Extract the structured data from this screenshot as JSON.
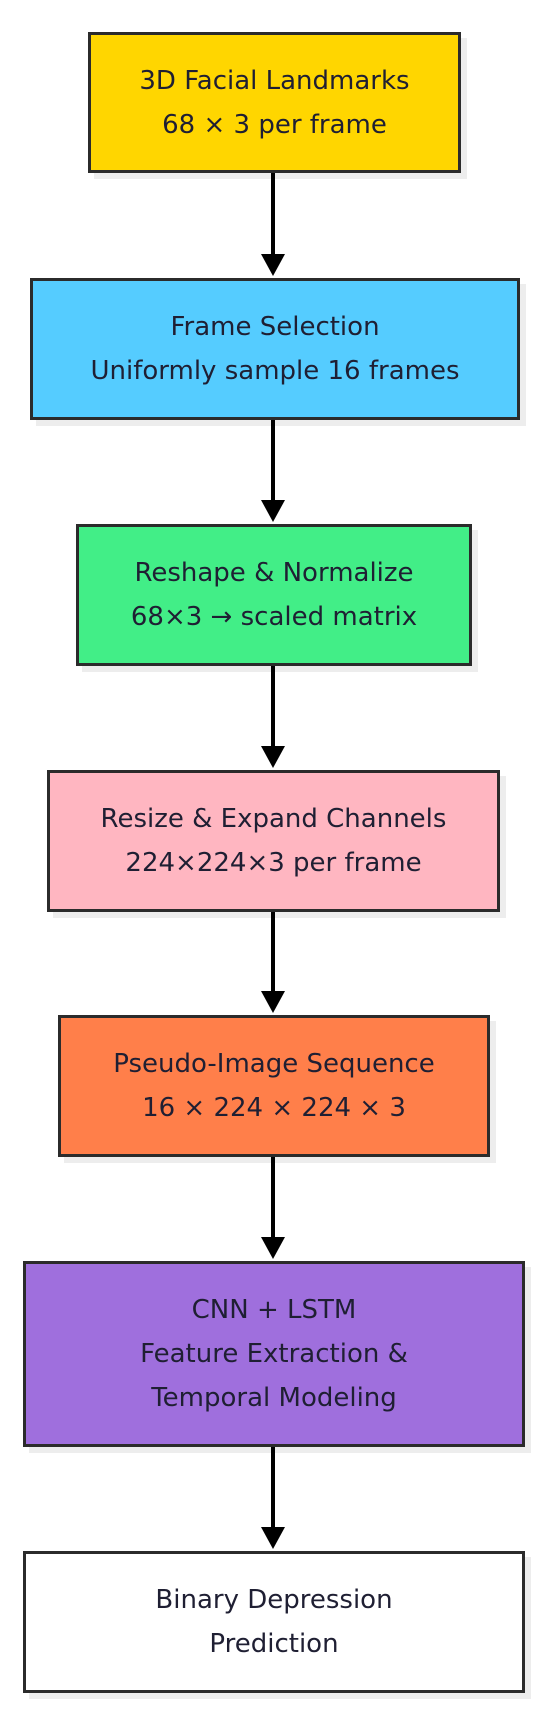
{
  "nodes": [
    {
      "id": "landmarks",
      "lines": [
        "3D Facial Landmarks",
        "68 × 3 per frame"
      ],
      "color": "#ffd600"
    },
    {
      "id": "frame-selection",
      "lines": [
        "Frame Selection",
        "Uniformly sample 16 frames"
      ],
      "color": "#55ccff"
    },
    {
      "id": "reshape-normalize",
      "lines": [
        "Reshape & Normalize",
        "68×3 → scaled matrix"
      ],
      "color": "#42ee87"
    },
    {
      "id": "resize-expand",
      "lines": [
        "Resize & Expand Channels",
        "224×224×3 per frame"
      ],
      "color": "#ffb6c1"
    },
    {
      "id": "pseudo-image",
      "lines": [
        "Pseudo-Image Sequence",
        "16 × 224 × 224 × 3"
      ],
      "color": "#ff7f4a"
    },
    {
      "id": "cnn-lstm",
      "lines": [
        "CNN + LSTM",
        "Feature Extraction &",
        "Temporal Modeling"
      ],
      "color": "#9f6fdd"
    },
    {
      "id": "prediction",
      "lines": [
        "Binary Depression",
        "Prediction"
      ],
      "color": "#ffffff"
    }
  ],
  "edges": [
    {
      "from": "landmarks",
      "to": "frame-selection"
    },
    {
      "from": "frame-selection",
      "to": "reshape-normalize"
    },
    {
      "from": "reshape-normalize",
      "to": "resize-expand"
    },
    {
      "from": "resize-expand",
      "to": "pseudo-image"
    },
    {
      "from": "pseudo-image",
      "to": "cnn-lstm"
    },
    {
      "from": "cnn-lstm",
      "to": "prediction"
    }
  ],
  "edge_color": "#000000"
}
